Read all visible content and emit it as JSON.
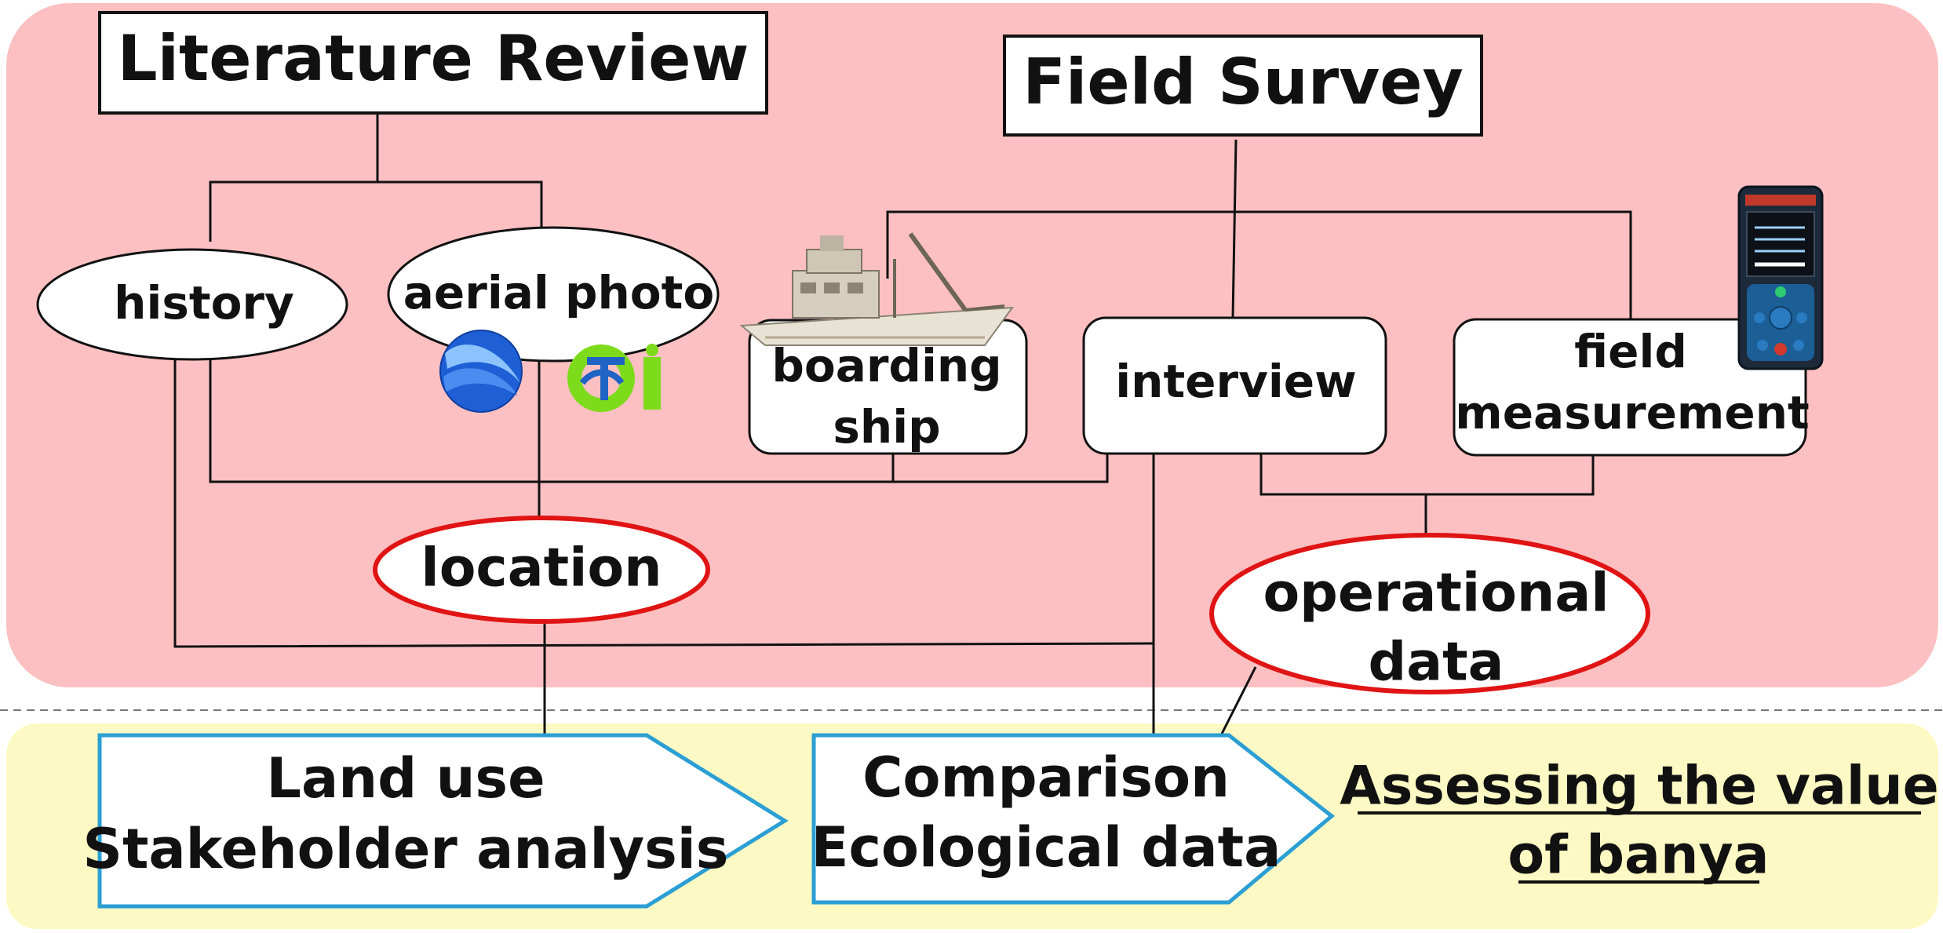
{
  "colors": {
    "top_panel": "#fcc0c2",
    "bottom_panel": "#fdf9c4",
    "highlight_ellipse_border": "#e01414",
    "arrow_box_border": "#2b9fd4",
    "line": "#111111"
  },
  "nodes": {
    "literature_review": "Literature Review",
    "field_survey": "Field Survey",
    "history": "history",
    "aerial_photo": "aerial photo",
    "boarding_ship": [
      "boarding",
      "ship"
    ],
    "interview": "interview",
    "field_measurement": [
      "field",
      "measurement"
    ],
    "location": "location",
    "operational_data": [
      "operational",
      "data"
    ]
  },
  "outcomes": {
    "land_use": [
      "Land use",
      "Stakeholder analysis"
    ],
    "comparison": [
      "Comparison",
      "Ecological data"
    ],
    "assessing_value": [
      "Assessing the value",
      "of banya"
    ]
  },
  "icons": [
    "google-earth-icon",
    "gsi-logo-icon",
    "fishing-boat-photo",
    "laser-rangefinder-photo"
  ]
}
